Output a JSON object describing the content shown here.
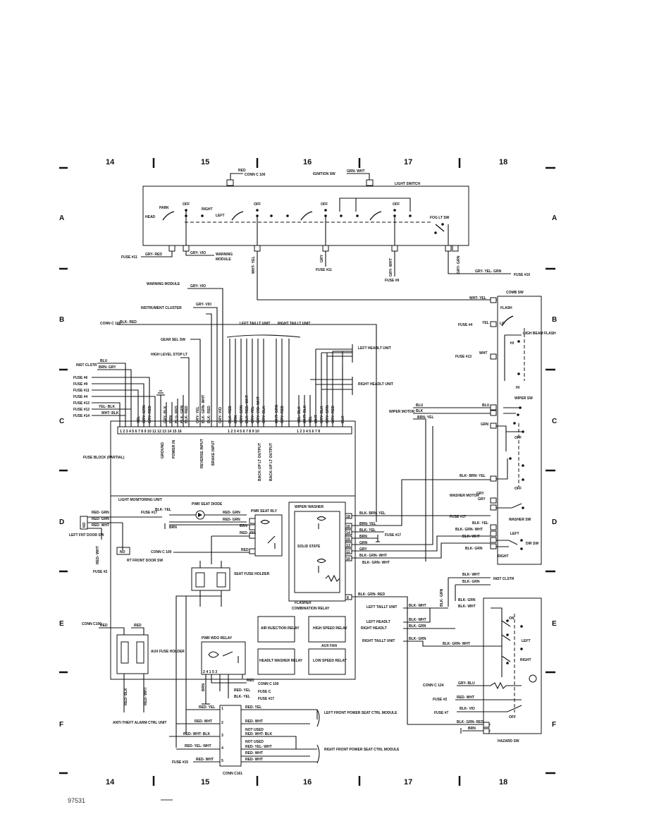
{
  "document_id": "97531",
  "grid": {
    "columns": [
      "14",
      "15",
      "16",
      "17",
      "18"
    ],
    "rows": [
      "A",
      "B",
      "C",
      "D",
      "E",
      "F"
    ]
  },
  "top": {
    "conn_c100": "CONN C 100",
    "red": "RED",
    "ignition_sw": "IGNITION SW",
    "grn_wht": "GRN- WHT",
    "light_switch": "LIGHT SWITCH",
    "head": "HEAD",
    "park": "PARK",
    "off": "OFF",
    "right": "RIGHT",
    "left": "LEFT",
    "fog_lt_sw": "FOG LT SW",
    "fuse11": "FUSE #11",
    "gry_red": "GRY- RED",
    "gry_vio": "GRY- VIO",
    "warning": "WARNING",
    "module": "MODULE",
    "wht_yel": "WHT- YEL",
    "gry": "GRY",
    "gry_wht": "GRY- WHT",
    "gry_grn": "GRY- GRN",
    "fuse9": "FUSE #9",
    "gry_yel_grn": "GRY- YEL- GRN",
    "fuse10": "FUSE #10"
  },
  "mid": {
    "warning_module": "WARNING MODULE",
    "instrument_cluster": "INSTRUMENT CLUSTER",
    "conn_c100": "CONN C 100",
    "blk_red": "BLK- RED",
    "left_taillt_unit": "LEFT TAILLT UNIT",
    "right_taillt_unit": "RIGHT TAILLT UNIT",
    "gear_sel_sw": "GEAR SEL SW",
    "high_level_stop_lt": "HIGH LEVEL STOP LT",
    "inst_clstr": "INST CLSTR",
    "blu": "BLU",
    "brn_gry": "BRN- GRY",
    "fuses": [
      "FUSE #6",
      "FUSE #9",
      "FUSE #11",
      "FUSE #4",
      "FUSE #13",
      "FUSE #12",
      "FUSE #14"
    ],
    "yel_blk": "YEL- BLK",
    "wht_blk": "WHT- BLK",
    "left_headlt_unit": "LEFT HEADLT UNIT",
    "right_headlt_unit": "RIGHT HEADLT UNIT",
    "wires_a": [
      "YEL",
      "GRY- GRN",
      "GRY- RED",
      "GRY- BLK",
      "BRN",
      "BLU- RED",
      "BLK- GRN",
      "BLK- RED",
      "GRY- YEL",
      "BLK- GRN- WHT",
      "BLK- RED",
      "GRY- VIO"
    ],
    "wires_b": [
      "BLK- RED",
      "BRN",
      "GRY- GRN",
      "BLK- RED- WHT",
      "GRY- YEL",
      "GRY- VIO- WHT",
      "GRY- BLK",
      "WHT- GRN",
      "GRY- RED"
    ],
    "wires_c": [
      "YEL- BLK",
      "WHT- BLK",
      "YEL",
      "WHT",
      "GRY- BLK",
      "GRY- GRN",
      "GRY- RED",
      "BLK"
    ],
    "fuse_block": "FUSE BLOCK (PARTIAL)",
    "functions": [
      "GROUND",
      "POWER IN",
      "REVERSE INPUT",
      "BRAKE INPUT",
      "BACK-UP LT OUTPUT",
      "BACK-UP LT OUTPUT"
    ],
    "light_monitoring_unit": "LIGHT MONITORING UNIT"
  },
  "comb": {
    "comb_sw": "COMB SW",
    "wht_yel": "WHT- YEL",
    "flash": "FLASH",
    "fuse4": "FUSE #4",
    "yel": "YEL",
    "lo": "LO",
    "high_beam_flash": "HIGH BEAM FLASH",
    "hi": "HI",
    "fuse13": "FUSE #13",
    "wht": "WHT",
    "wiper_sw": "WIPER SW",
    "wiper_motor": "WIPER MOTOR",
    "blu": "BLU",
    "blk": "BLK",
    "brn_yel": "BRN- YEL",
    "grn": "GRN",
    "off": "OFF",
    "blk_brn_yel": "BLK- BRN- YEL",
    "washer_motor": "WASHER MOTOR",
    "washer_sw": "WASHER SW",
    "fuse17": "FUSE #17",
    "blk_yel": "BLK- YEL",
    "blk_grn_wht": "BLK- GRN- WHT",
    "blk_wht": "BLK- WHT",
    "left": "LEFT",
    "dir_sw": "DIR SW",
    "blk_grn": "BLK- GRN",
    "right": "RIGHT"
  },
  "seat": {
    "fuse17": "FUSE #17",
    "blk_yel": "BLK- YEL",
    "pwr_seat_diode": "PWR SEAT DIODE",
    "red_grn": "RED- GRN",
    "pwr_seat_rly": "PWR SEAT RLY",
    "brn": "BRN",
    "red_yel": "RED- YEL",
    "red": "RED",
    "red_wht": "RED- WHT",
    "left_fnt_door_sw": "LEFT FNT DOOR SW",
    "no": "NO",
    "rt_front_door_sw": "RT FRONT DOOR SW",
    "conn_c100": "CONN C 100",
    "fuse2": "FUSE #2",
    "seat_fuse_holder": "SEAT FUSE HOLDER",
    "conn_c100_e": "CONN C100",
    "aux_fuse_holder": "AUX FUSE HOLDER",
    "red_blk": "RED- BLK",
    "anti_theft": "ANTI-THEFT ALARM CTRL UNIT",
    "pwr_wdo_relay": "PWR WDO RELAY",
    "fuse_c": "FUSE C",
    "fuse17b": "FUSE #17",
    "fuse15": "FUSE #15",
    "conn_c161": "CONN C161",
    "red_wht_blk": "RED- WHT- BLK",
    "red_yel_wht": "RED- YEL- WHT",
    "not_used": "NOT USED",
    "left_front_power_seat": "LEFT FRONT POWER SEAT CTRL MODULE",
    "right_front_power_seat": "RIGHT FRONT POWER SEAT CTRL MODULE"
  },
  "relay": {
    "wiper_washer": "WIPER/ WASHER",
    "solid_state": "SOLID STATE",
    "flasher": "FLASHER",
    "combination_relay": "COMBINATION RELAY",
    "blk_brn_yel": "BLK- BRN- YEL",
    "brn_yel": "BRN- YEL",
    "blk_yel": "BLK- YEL",
    "brn": "BRN",
    "fuse17": "FUSE #17",
    "grn": "GRN",
    "gry": "GRY",
    "blk_grn_wht": "BLK- GRN- WHT",
    "blk_grn_red": "BLK- GRN- RED",
    "air_injection_relay": "AIR INJECTION RELAY",
    "high_speed_relay": "HIGH SPEED RELAY",
    "aux_fan": "AUX FAN",
    "headlt_washer_relay": "HEADLT WASHER RELAY",
    "low_speed_relay": "LOW SPEED RELAY"
  },
  "hazard": {
    "blk_wht": "BLK- WHT",
    "blk_grn": "BLK- GRN",
    "inst_clstr": "INST CLSTR",
    "left_taillt_unit": "LEFT TAILLT UNIT",
    "left_headlt": "LEFT HEADLT",
    "right_headlt": "RIGHT HEADLT",
    "right_taillt_unit": "RIGHT TAILLT UNIT",
    "blk_grn_wht": "BLK- GRN- WHT",
    "on": "ON",
    "left": "LEFT",
    "right": "RIGHT",
    "off": "OFF",
    "conn_c124": "CONN C 124",
    "gry_blu": "GRY- BLU",
    "fuse2": "FUSE #2",
    "red_wht": "RED- WHT",
    "fuse7": "FUSE #7",
    "blk_vio": "BLK- VIO",
    "blk_grn_red": "BLK- GRN- RED",
    "brn": "BRN",
    "hazard_sw": "HAZARD SW"
  }
}
